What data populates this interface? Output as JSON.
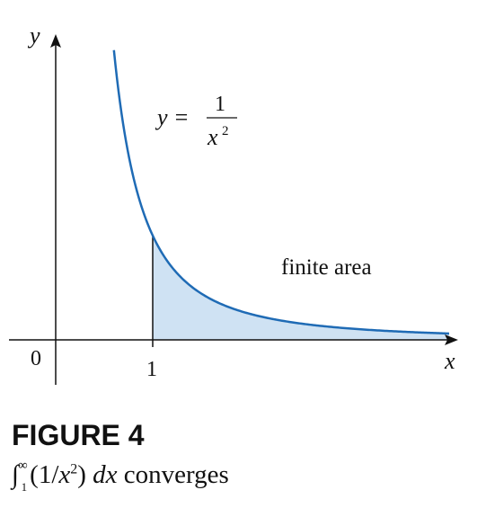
{
  "axes": {
    "y_label": "y",
    "x_label": "x",
    "origin_label": "0",
    "tick_label": "1"
  },
  "curve": {
    "equation_lhs": "y =",
    "numerator": "1",
    "denominator_base": "x",
    "denominator_exp": "2"
  },
  "region": {
    "label": "finite area"
  },
  "caption": {
    "title": "FIGURE 4",
    "integral_sign": "∫",
    "upper_limit": "∞",
    "lower_limit": "1",
    "open_paren": "(1/",
    "base": "x",
    "exp": "2",
    "close_paren": ")",
    "d": "dx",
    "verb": "converges"
  },
  "colors": {
    "curve": "#1f6bb5",
    "area_fill": "#cfe2f3",
    "axis": "#111111"
  }
}
